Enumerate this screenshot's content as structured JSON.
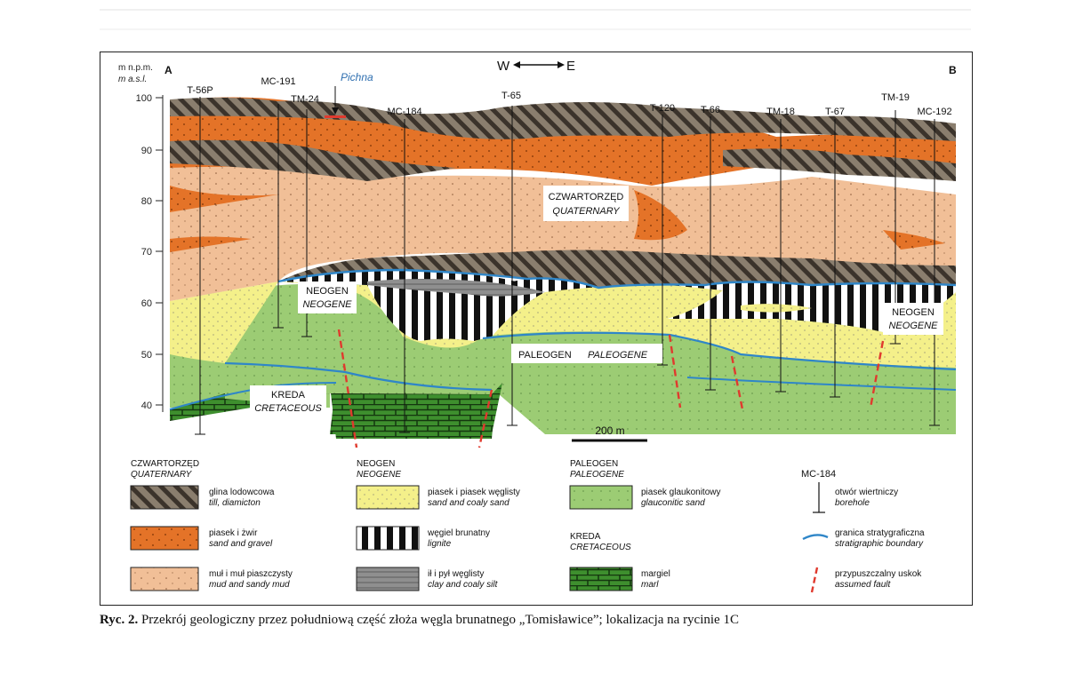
{
  "figure": {
    "axis": {
      "unit_pl": "m n.p.m.",
      "unit_en": "m a.s.l.",
      "ticks": [
        "100",
        "90",
        "80",
        "70",
        "60",
        "50",
        "40"
      ]
    },
    "ends": {
      "left": "A",
      "right": "B"
    },
    "orientation": {
      "west": "W",
      "east": "E"
    },
    "river": "Pichna",
    "boreholes": [
      "T-56P",
      "MC-191",
      "TM-24",
      "MC-184",
      "T-65",
      "T-120",
      "T-66",
      "TM-18",
      "T-67",
      "TM-19",
      "MC-192"
    ],
    "scale_bar": "200 m",
    "units": {
      "quaternary": {
        "pl": "CZWARTORZĘD",
        "en": "QUATERNARY"
      },
      "neogene_left": {
        "pl": "NEOGEN",
        "en": "NEOGENE"
      },
      "neogene_right": {
        "pl": "NEOGEN",
        "en": "NEOGENE"
      },
      "paleogene": {
        "pl": "PALEOGEN",
        "en": "PALEOGENE"
      },
      "cretaceous": {
        "pl": "KREDA",
        "en": "CRETACEOUS"
      }
    }
  },
  "legend": {
    "quaternary": {
      "heading_pl": "CZWARTORZĘD",
      "heading_en": "QUATERNARY",
      "items": [
        {
          "pl": "glina lodowcowa",
          "en": "till, diamicton"
        },
        {
          "pl": "piasek i żwir",
          "en": "sand and gravel"
        },
        {
          "pl": "muł i muł piaszczysty",
          "en": "mud and sandy mud"
        }
      ]
    },
    "neogene": {
      "heading_pl": "NEOGEN",
      "heading_en": "NEOGENE",
      "items": [
        {
          "pl": "piasek i piasek węglisty",
          "en": "sand and coaly sand"
        },
        {
          "pl": "węgiel brunatny",
          "en": "lignite"
        },
        {
          "pl": "ił i pył węglisty",
          "en": "clay and coaly silt"
        }
      ]
    },
    "paleogene": {
      "heading_pl": "PALEOGEN",
      "heading_en": "PALEOGENE",
      "items": [
        {
          "pl": "piasek glaukonitowy",
          "en": "glauconitic sand"
        }
      ]
    },
    "cretaceous": {
      "heading_pl": "KREDA",
      "heading_en": "CRETACEOUS",
      "items": [
        {
          "pl": "margiel",
          "en": "marl"
        }
      ]
    },
    "symbols": {
      "borehole_label": "MC-184",
      "items": [
        {
          "pl": "otwór wiertniczy",
          "en": "borehole"
        },
        {
          "pl": "granica stratygraficzna",
          "en": "stratigraphic boundary"
        },
        {
          "pl": "przypuszczalny uskok",
          "en": "assumed fault"
        }
      ]
    }
  },
  "caption": {
    "label": "Ryc. 2.",
    "text": " Przekrój geologiczny przez południową część złoża węgla brunatnego „Tomisławice”; lokalizacja na rycinie 1C"
  },
  "colors": {
    "till": "#8a7e6e",
    "sand_gravel": "#e47328",
    "mud": "#f1bf97",
    "neogene_sand": "#f4f08a",
    "lignite": "#111111",
    "clay": "#8f8f8f",
    "glauconitic": "#9ccc74",
    "marl": "#3e8f2e",
    "boundary": "#2f86c8",
    "fault": "#e03a2e"
  }
}
